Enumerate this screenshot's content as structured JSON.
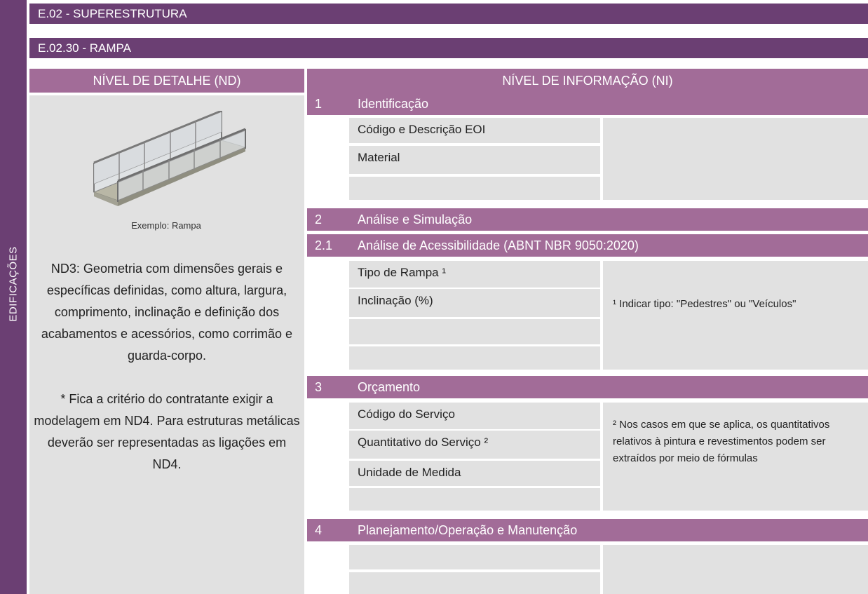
{
  "side_label": "EDIFICAÇÕES",
  "header": {
    "line1": "E.02 - SUPERESTRUTURA",
    "line2": "E.02.30 - RAMPA",
    "nd_title": "NÍVEL DE DETALHE (ND)",
    "ni_title": "NÍVEL DE INFORMAÇÃO (NI)"
  },
  "left": {
    "caption": "Exemplo: Rampa",
    "description": "ND3: Geometria com dimensões gerais e específicas definidas, como altura, largura, comprimento, inclinação e definição dos acabamentos e acessórios, como corrimão e guarda-corpo.",
    "note": "* Fica a critério do contratante exigir a modelagem em ND4. Para estruturas metálicas deverão ser representadas as ligações em ND4."
  },
  "sections": [
    {
      "num": "1",
      "title": "Identificação",
      "items": [
        "Código e Descrição EOI",
        "Material",
        ""
      ],
      "note": ""
    },
    {
      "num": "2",
      "title": "Análise e Simulação"
    },
    {
      "num": "2.1",
      "title": "Análise de Acessibilidade (ABNT NBR 9050:2020)",
      "items": [
        "Tipo de Rampa ¹",
        "Inclinação (%)",
        "",
        ""
      ],
      "note": "¹ Indicar tipo:  \"Pedestres\" ou \"Veículos\""
    },
    {
      "num": "3",
      "title": "Orçamento",
      "items": [
        "Código do Serviço",
        "Quantitativo do Serviço ²",
        "Unidade de Medida",
        ""
      ],
      "note": "² Nos casos em que se aplica, os quantitativos relativos à pintura e revestimentos podem ser extraídos por meio de fórmulas"
    },
    {
      "num": "4",
      "title": "Planejamento/Operação e Manutenção",
      "items": [
        "",
        ""
      ],
      "note": ""
    }
  ]
}
